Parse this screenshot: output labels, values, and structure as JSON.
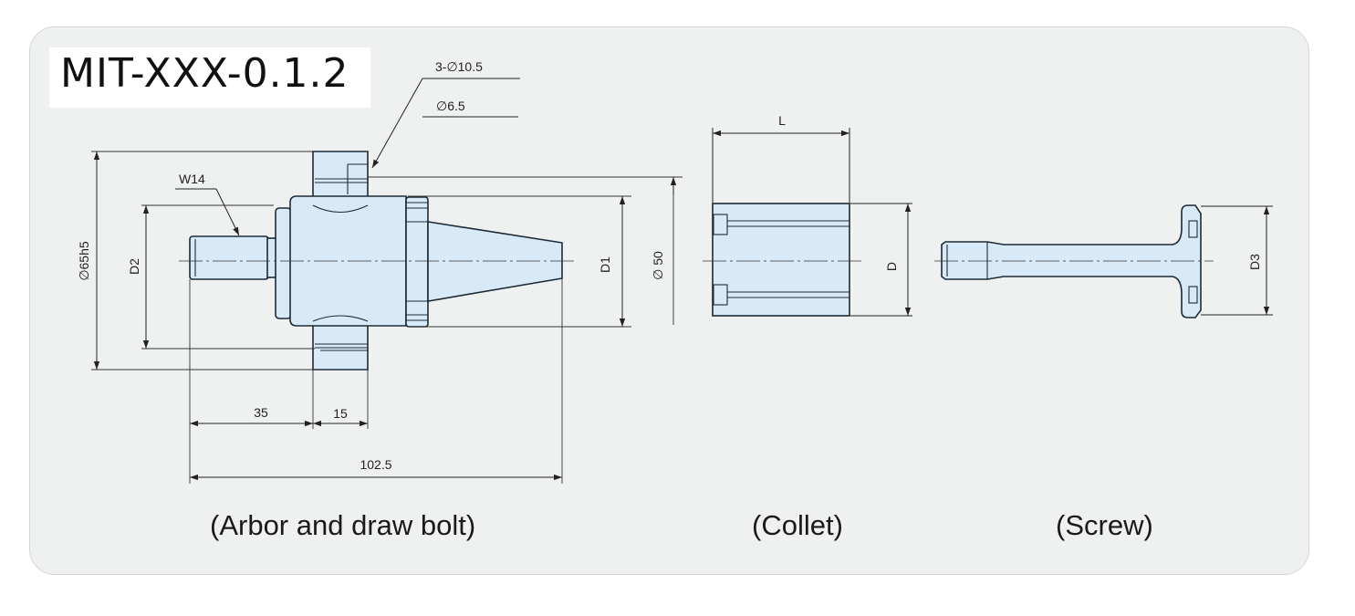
{
  "title": "MIT-XXX-0.1.2",
  "colors": {
    "part_fill": "#d8e9f7",
    "outline": "#1d2a36",
    "panel_bg": "#eff0f0"
  },
  "captions": {
    "arbor": "(Arbor and draw bolt)",
    "collet": "(Collet)",
    "screw": "(Screw)"
  },
  "arbor_dims": {
    "holes": "3-∅10.5",
    "bore": "∅6.5",
    "thread": "W14",
    "flange_dia": "∅65h5",
    "d2": "D2",
    "d1": "D1",
    "body_dia": "∅ 50",
    "len_35": "35",
    "len_15": "15",
    "len_total": "102.5"
  },
  "collet_dims": {
    "length": "L",
    "diameter": "D"
  },
  "screw_dims": {
    "diameter": "D3"
  }
}
